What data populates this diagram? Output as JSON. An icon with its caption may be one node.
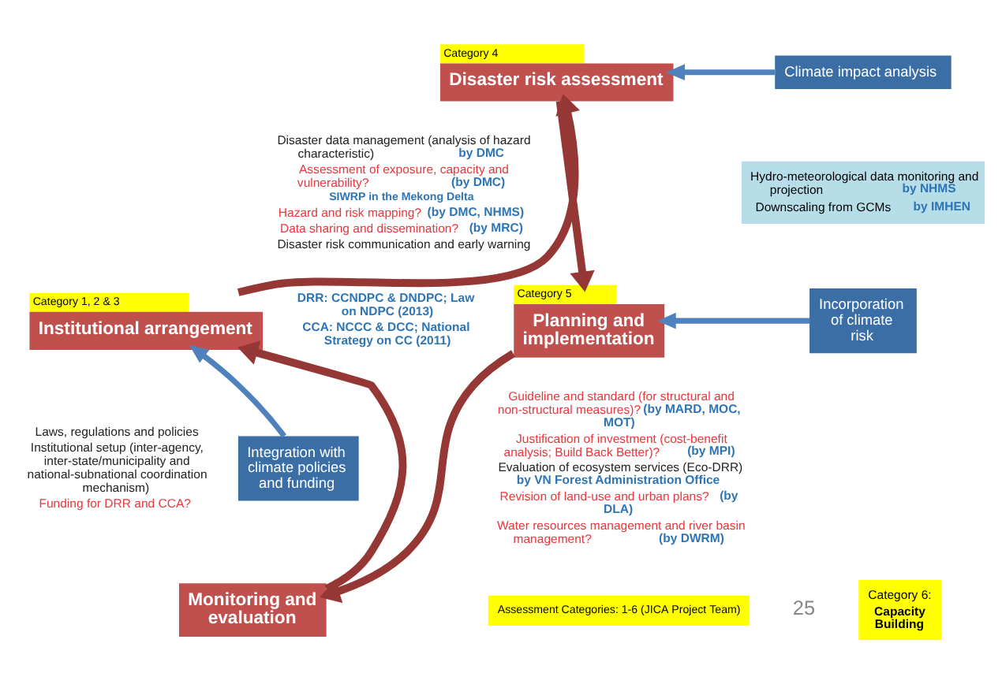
{
  "diagram": {
    "nodes": [
      {
        "text": [
          "Disaster risk assessment"
        ],
        "beside": [
          "Category 4"
        ]
      },
      {
        "text": [
          "Climate impact analysis"
        ]
      },
      {
        "text": [
          "Hydro-meteorological data monitoring and projection **by NHMS**",
          "Downscaling from GCMs **by IMHEN**"
        ]
      },
      {
        "text": [
          "Planning and implementation"
        ],
        "beside": [
          "Category 5"
        ]
      },
      {
        "text": [
          "Incorporation of climate risk"
        ]
      },
      {
        "text": [
          "Monitoring and evaluation"
        ]
      },
      {
        "text": [
          "Category 6:",
          "Capacity Building"
        ]
      },
      {
        "text": [
          "Institutional arrangement"
        ],
        "beside": [
          "Category 1, 2 & 3"
        ]
      },
      {
        "text": [
          "Integration with climate policies and funding"
        ]
      },
      {
        "text": [
          "Assessment Categories: 1-6 (JICA Project Team)"
        ]
      }
    ],
    "edges": [
      {
        "from": 0,
        "to": 3,
        "arrow": "to"
      },
      {
        "from": 3,
        "to": 5,
        "arrow": "to"
      },
      {
        "from": 5,
        "to": 7,
        "arrow": "to"
      },
      {
        "from": 7,
        "to": 0,
        "arrow": "to"
      },
      {
        "from": 1,
        "to": 0,
        "arrow": "to",
        "color": "#4f81bd"
      },
      {
        "from": 4,
        "to": 3,
        "arrow": "to",
        "color": "#4f81bd"
      },
      {
        "from": 8,
        "to": 7,
        "arrow": "to",
        "color": "#4f81bd"
      }
    ],
    "labels": [
      "Disaster data management (analysis of hazard characteristic) **by DMC**",
      "Assessment of exposure, capacity and vulnerability? **(by DMC)**",
      "SIWRP in the Mekong Delta",
      "Hazard and risk mapping? **(by DMC, NHMS)**",
      "Data sharing and dissemination? **(by MRC)**",
      "Disaster risk communication and early warning",
      "DRR: CCNDPC & DNDPC; Law on NDPC (2013)",
      "CCA: NCCC & DCC; National Strategy on CC (2011)",
      "Laws, regulations and policies",
      "Institutional setup (inter-agency, inter-state/municipality and national-subnational coordination mechanism)",
      "Funding for DRR and CCA?",
      "Guideline and standard (for structural and non-structural measures)? **(by MARD, MOC, MOT)**",
      "Justification of investment (cost-benefit analysis; Build Back Better)? **(by MPI)**",
      "Evaluation of ecosystem services (Eco-DRR) **by VN Forest Administration Office**",
      "Revision of land-use and urban plans? **(by DLA)**",
      "Water resources management and river basin management? **(by DWRM)**",
      "25"
    ]
  }
}
